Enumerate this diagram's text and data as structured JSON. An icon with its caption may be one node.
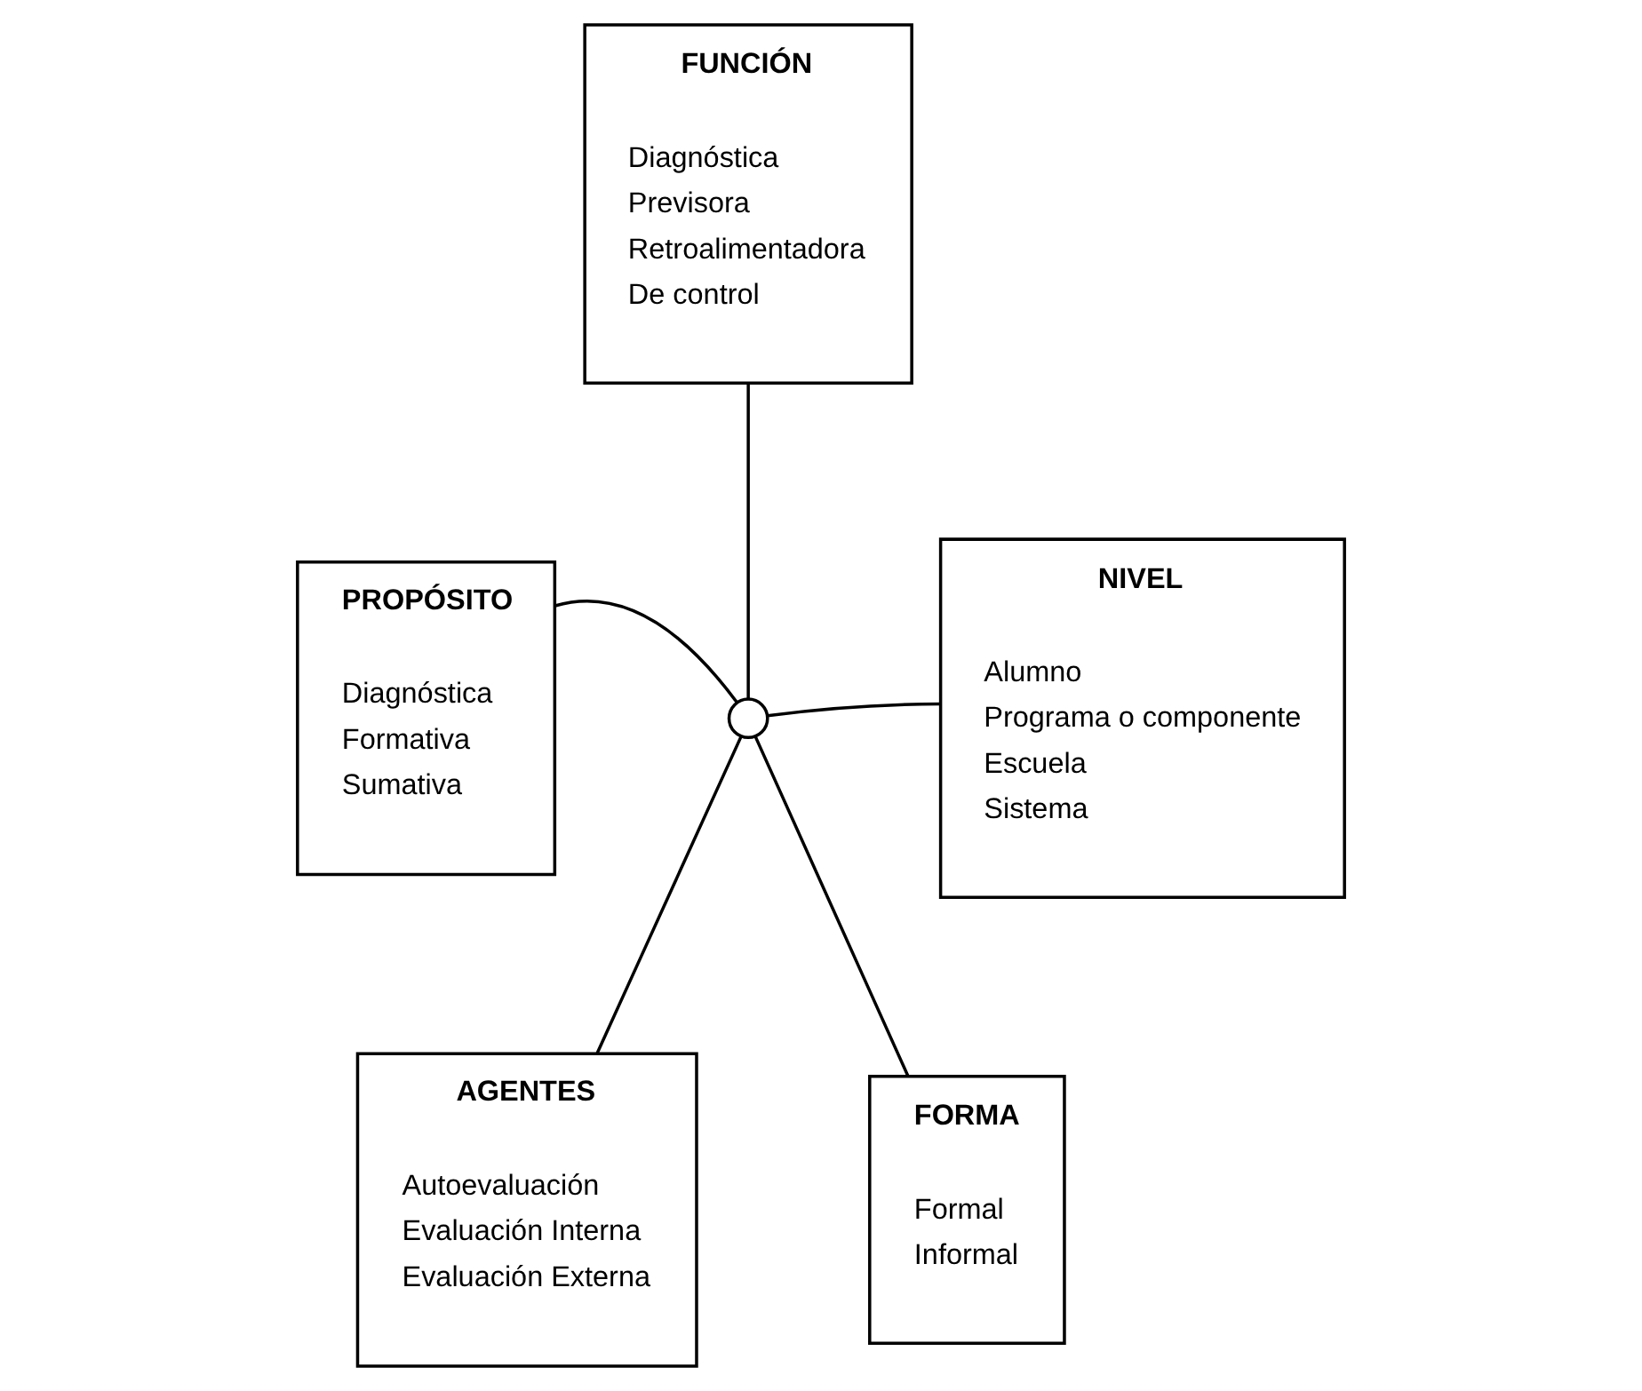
{
  "diagram": {
    "nodes": [
      {
        "text": [
          "FUNCIÓN",
          "Diagnóstica",
          "Previsora",
          "Retroalimentadora",
          "De control"
        ]
      },
      {
        "text": [
          "PROPÓSITO",
          "Diagnóstica",
          "Formativa",
          "Sumativa"
        ]
      },
      {
        "text": [],
        "shape": "circle"
      },
      {
        "text": [
          "NIVEL",
          "Alumno",
          "Programa o componente",
          "Escuela",
          "Sistema"
        ]
      },
      {
        "text": [
          "AGENTES",
          "Autoevaluación",
          "Evaluación Interna",
          "Evaluación Externa"
        ]
      },
      {
        "text": [
          "FORMA",
          "Formal",
          "Informal"
        ]
      }
    ],
    "edges": [
      {
        "from": 0,
        "to": 2,
        "arrow": "none"
      },
      {
        "from": 1,
        "to": 2,
        "arrow": "none"
      },
      {
        "from": 2,
        "to": 3,
        "arrow": "none"
      },
      {
        "from": 2,
        "to": 4,
        "arrow": "none"
      },
      {
        "from": 2,
        "to": 5,
        "arrow": "none"
      }
    ]
  }
}
